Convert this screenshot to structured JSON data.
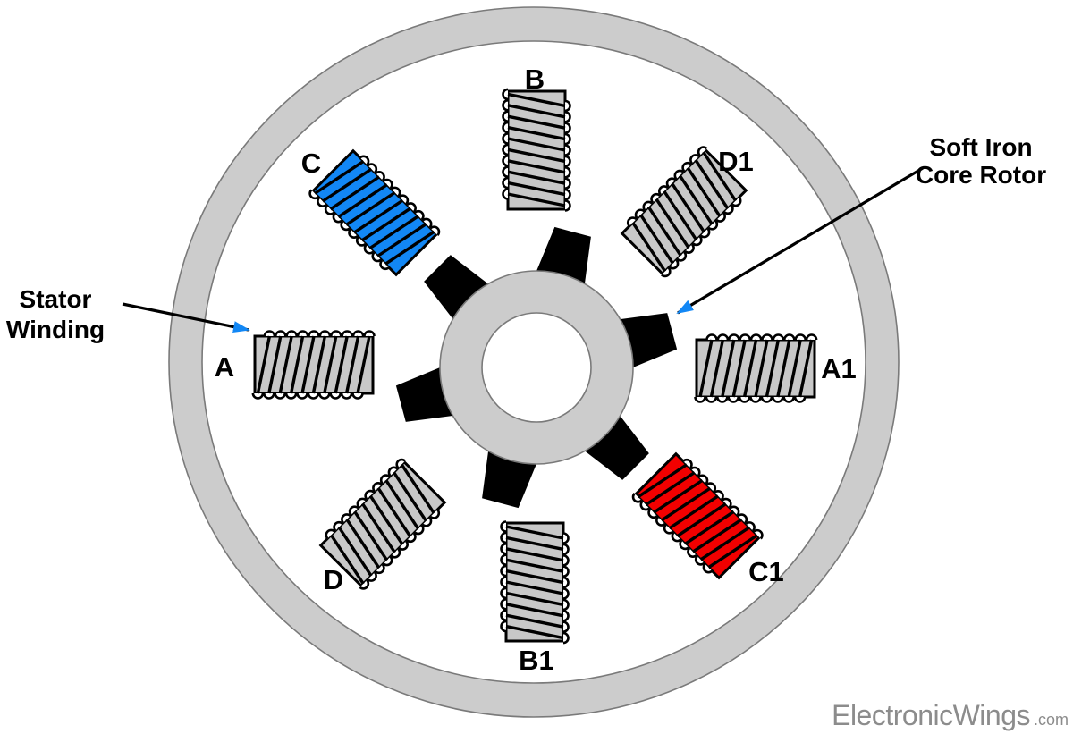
{
  "colors": {
    "background": "#ffffff",
    "stator_ring": "#cccccc",
    "ring_outline": "#7a7a7a",
    "rotor_core": "#cccccc",
    "rotor_teeth": "#000000",
    "label_text": "#000000",
    "arrow_line": "#000000",
    "arrow_blue": "#1287f5",
    "watermark": "#8c8c8c"
  },
  "windings": [
    {
      "id": "A",
      "label": "A",
      "color": "#c8c8c8"
    },
    {
      "id": "A1",
      "label": "A1",
      "color": "#c8c8c8"
    },
    {
      "id": "B",
      "label": "B",
      "color": "#c8c8c8"
    },
    {
      "id": "B1",
      "label": "B1",
      "color": "#c8c8c8"
    },
    {
      "id": "C",
      "label": "C",
      "color": "#1287f5"
    },
    {
      "id": "C1",
      "label": "C1",
      "color": "#f20000"
    },
    {
      "id": "D",
      "label": "D",
      "color": "#c8c8c8"
    },
    {
      "id": "D1",
      "label": "D1",
      "color": "#c8c8c8"
    }
  ],
  "callouts": {
    "stator_winding": {
      "line1": "Stator",
      "line2": "Winding"
    },
    "rotor": {
      "line1": "Soft Iron",
      "line2": "Core Rotor"
    }
  },
  "watermark": {
    "brand": "ElectronicWings",
    "suffix": ".com"
  }
}
